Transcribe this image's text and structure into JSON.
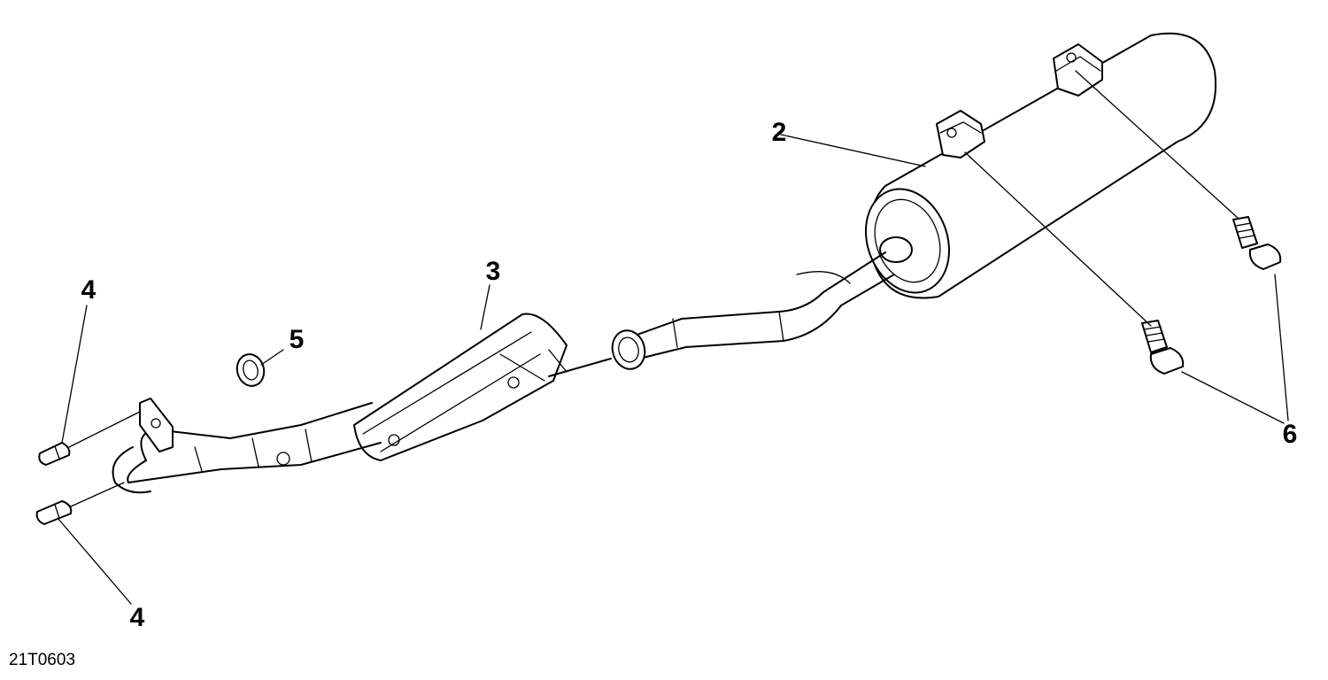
{
  "diagram": {
    "reference_code": "21T0603",
    "callouts": [
      {
        "id": "label-2",
        "text": "2"
      },
      {
        "id": "label-3",
        "text": "3"
      },
      {
        "id": "label-4-top",
        "text": "4"
      },
      {
        "id": "label-4-bottom",
        "text": "4"
      },
      {
        "id": "label-5",
        "text": "5"
      },
      {
        "id": "label-6",
        "text": "6"
      }
    ]
  }
}
